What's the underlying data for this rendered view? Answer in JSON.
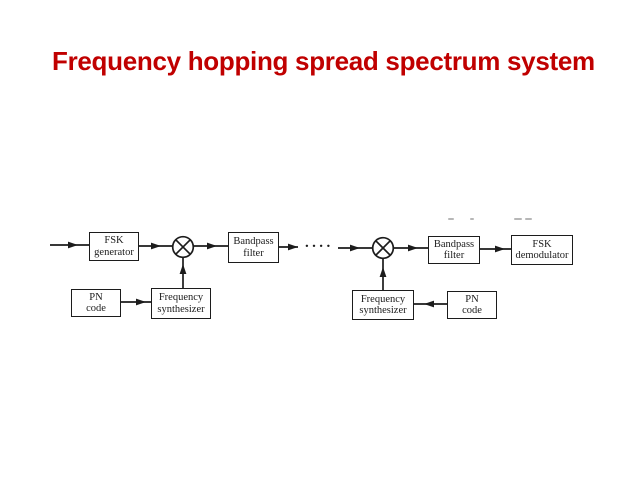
{
  "slide": {
    "title": "Frequency hopping spread spectrum system"
  },
  "colors": {
    "title_red": "#c00000",
    "diagram_ink": "#1c1c1c",
    "background": "#ffffff"
  },
  "diagram": {
    "ellipsis": "....",
    "boxes": {
      "fsk_generator": {
        "line1": "FSK",
        "line2": "generator"
      },
      "bandpass_left": {
        "line1": "Bandpass",
        "line2": "filter"
      },
      "fsk_demodulator": {
        "line1": "FSK",
        "line2": "demodulator"
      },
      "bandpass_right": {
        "line1": "Bandpass",
        "line2": "filter"
      },
      "pn_code_left": {
        "line1": "PN",
        "line2": "code"
      },
      "freq_synth_left": {
        "line1": "Frequency",
        "line2": "synthesizer"
      },
      "freq_synth_right": {
        "line1": "Frequency",
        "line2": "synthesizer"
      },
      "pn_code_right": {
        "line1": "PN",
        "line2": "code"
      }
    },
    "icons": {
      "multiplier_left": "multiplier-icon",
      "multiplier_right": "multiplier-icon"
    }
  }
}
